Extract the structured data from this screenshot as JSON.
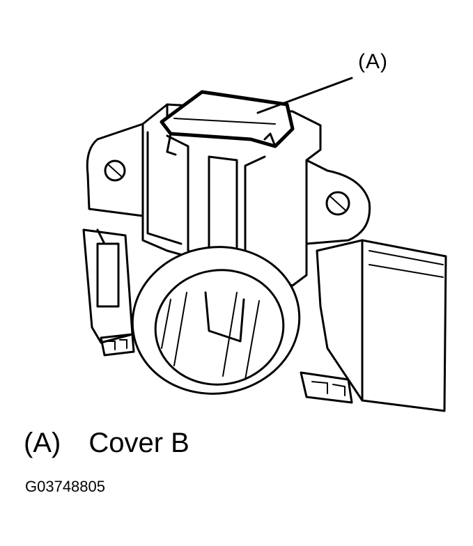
{
  "diagram": {
    "callout_label": "(A)",
    "legend": {
      "key": "(A)",
      "description": "Cover B"
    },
    "figure_id": "G03748805"
  }
}
